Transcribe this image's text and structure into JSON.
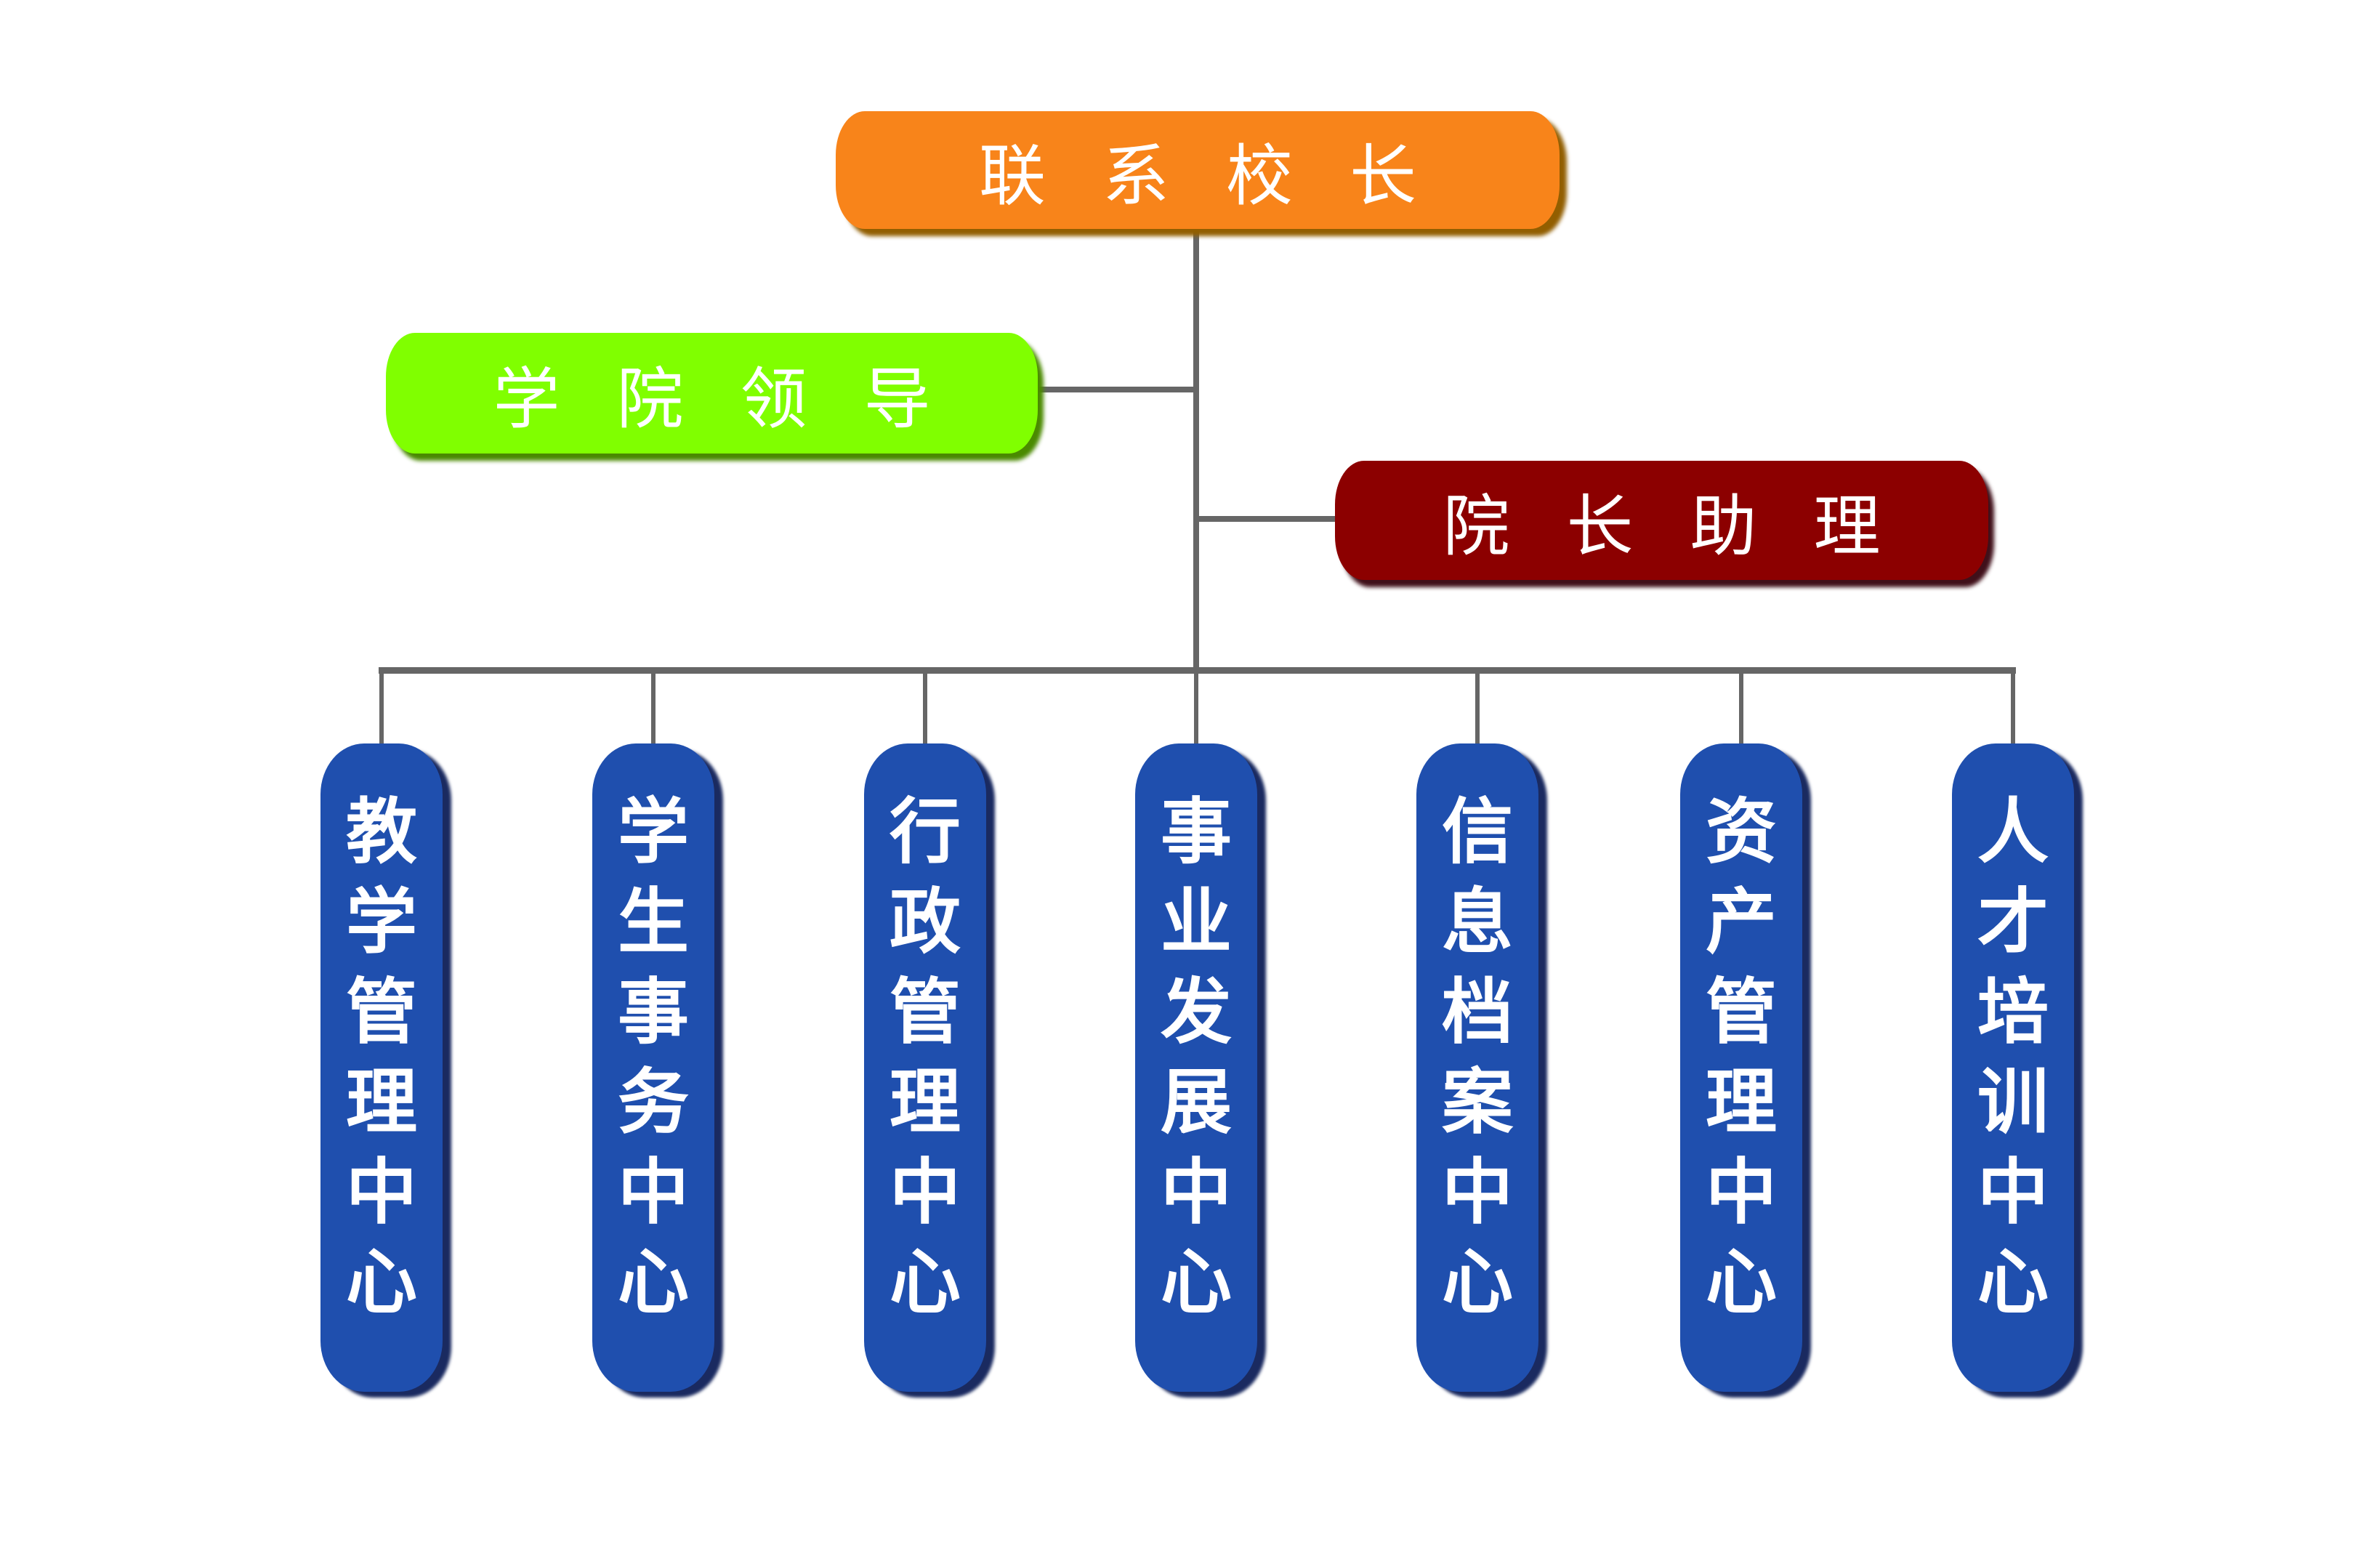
{
  "top": {
    "label": "联系校长",
    "color": "#f8841a"
  },
  "side_left": {
    "label": "学院领导",
    "color": "#80ff00"
  },
  "side_right": {
    "label": "院长助理",
    "color": "#8c0000"
  },
  "centers": [
    {
      "label": "教学管理中心"
    },
    {
      "label": "学生事务中心"
    },
    {
      "label": "行政管理中心"
    },
    {
      "label": "事业发展中心"
    },
    {
      "label": "信息档案中心"
    },
    {
      "label": "资产管理中心"
    },
    {
      "label": "人才培训中心"
    }
  ],
  "center_color": "#1f4fae",
  "line_color": "#666666"
}
